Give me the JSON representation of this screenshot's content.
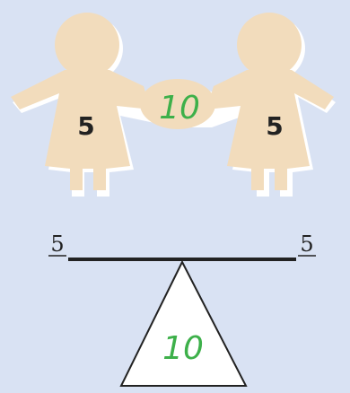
{
  "paper_dolls": {
    "left_doll_number": "5",
    "joined_hands_number": "10",
    "right_doll_number": "5"
  },
  "balance": {
    "left_number": "5",
    "right_number": "5",
    "fulcrum_number": "10"
  },
  "colors": {
    "background": "#d9e2f3",
    "doll_fill": "#f2dcbc",
    "doll_shadow": "#ffffff",
    "green_number": "#3db04a",
    "beam": "#222222"
  }
}
